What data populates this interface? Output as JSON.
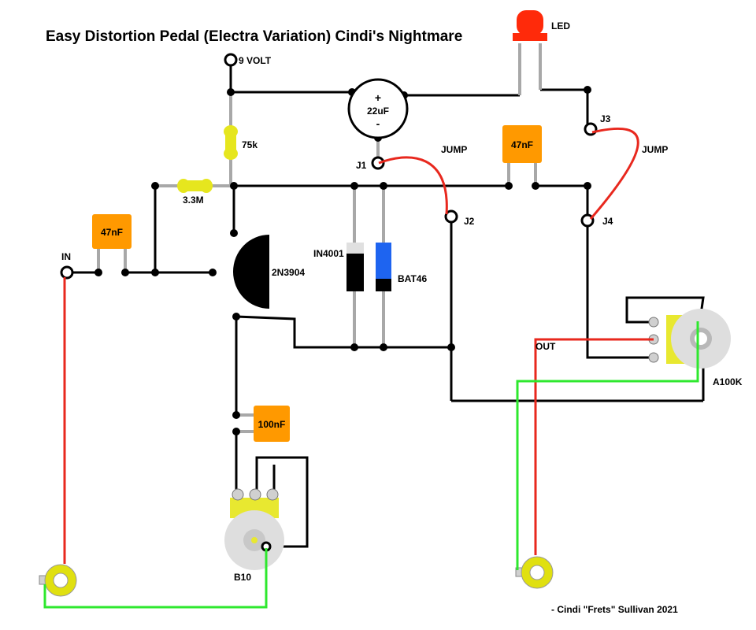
{
  "title": "Easy Distortion Pedal (Electra Variation) Cindi's Nightmare",
  "credit": "- Cindi \"Frets\" Sullivan 2021",
  "supply": "9 VOLT",
  "components": {
    "led": "LED",
    "cap_electrolytic": {
      "value": "22uF",
      "plus": "+",
      "minus": "-"
    },
    "cap_in": "47nF",
    "cap_out": "47nF",
    "cap_emitter": "100nF",
    "r_collector": "75k",
    "r_bias": "3.3M",
    "transistor": "2N3904",
    "diode_1": "IN4001",
    "diode_2": "BAT46",
    "pot_gain": "B10",
    "pot_volume": "A100K"
  },
  "connections": {
    "input": "IN",
    "output": "OUT",
    "j1": "J1",
    "j2": "J2",
    "j3": "J3",
    "j4": "J4",
    "jump_a": "JUMP",
    "jump_b": "JUMP"
  },
  "colors": {
    "wire": "#000000",
    "lead": "#a0a0a0",
    "hot_wire": "#e8281e",
    "ground_wire": "#2ee82e",
    "jumper": "#e8281e",
    "capacitor": "#ff9900",
    "resistor": "#e6e61e",
    "led": "#ff2a0a",
    "diode_blue": "#1e64f0",
    "pot_body": "#e0e0e0",
    "pot_frame": "#e8e830"
  }
}
